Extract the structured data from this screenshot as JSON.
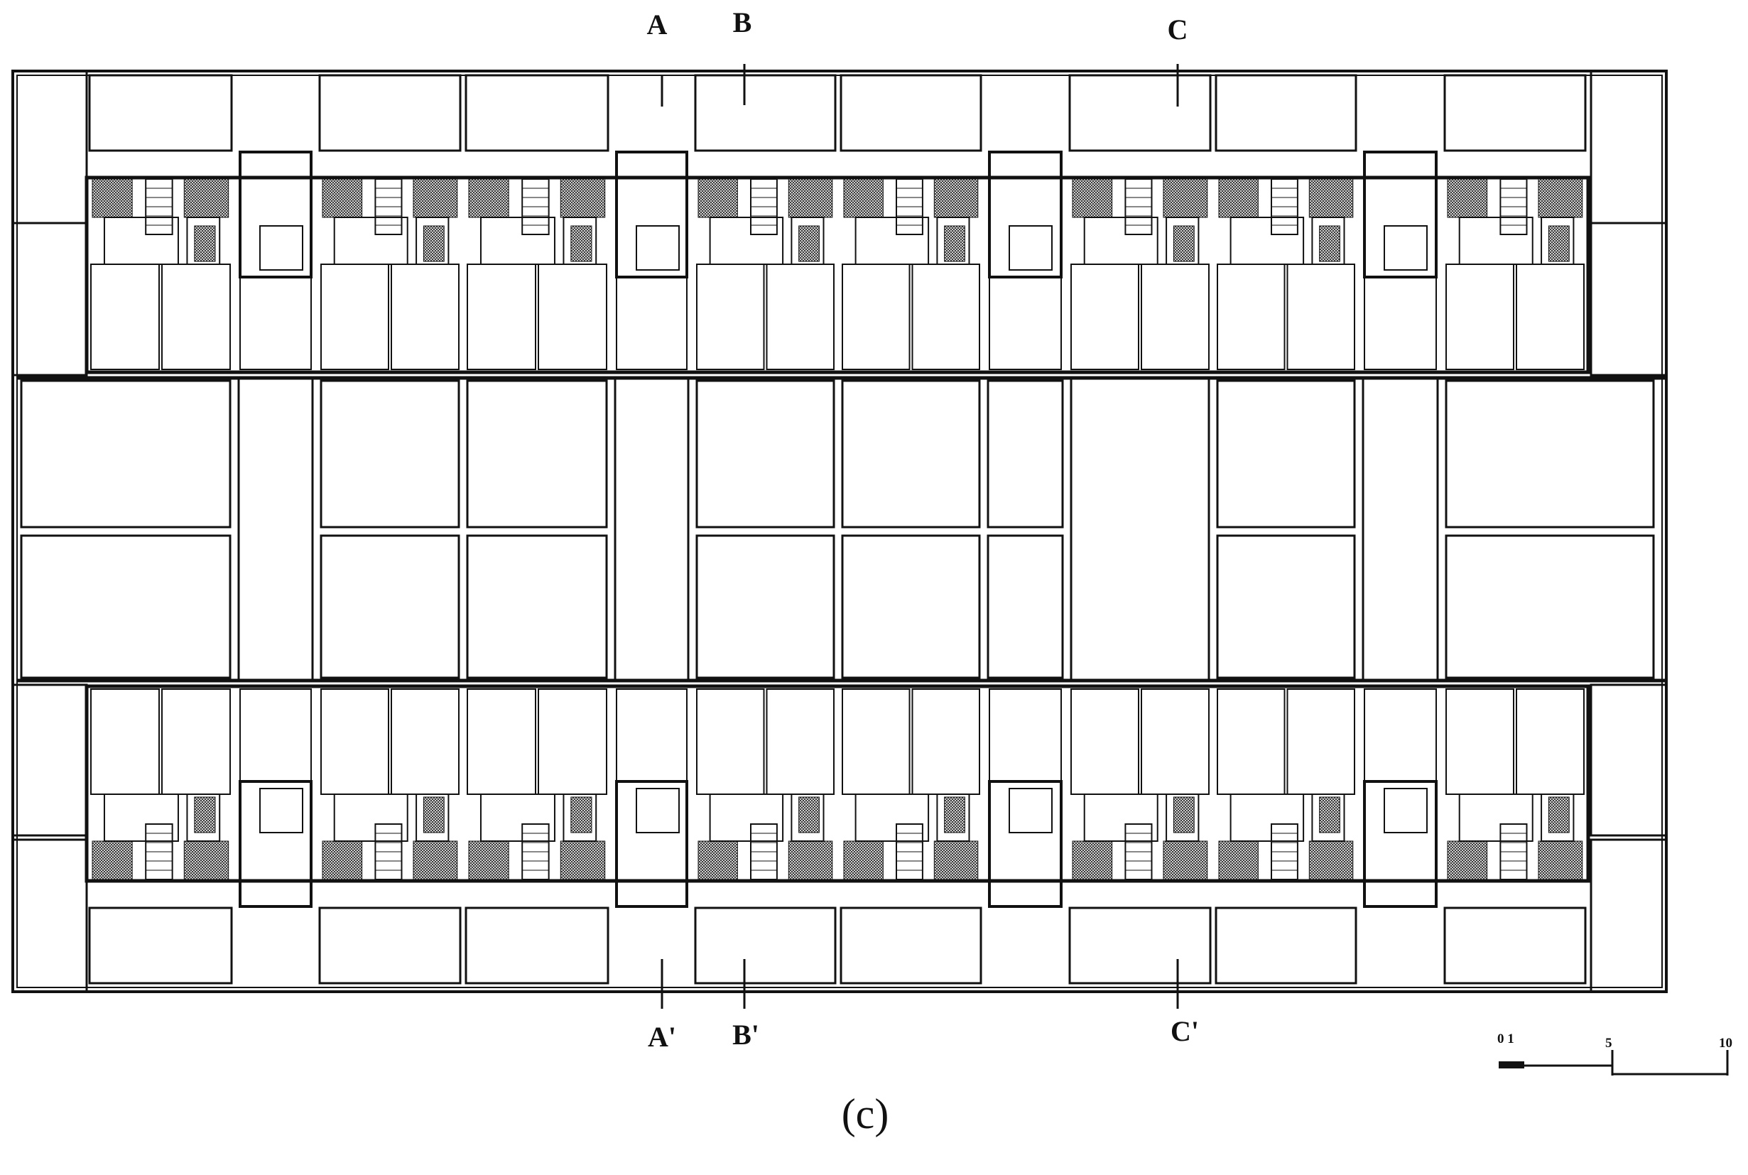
{
  "diagram": {
    "section_marks_top": [
      "A",
      "B",
      "C"
    ],
    "section_marks_bottom": [
      "A'",
      "B'",
      "C'"
    ],
    "scale_bar": {
      "ticks": [
        "0 1",
        "5",
        "10"
      ]
    },
    "caption": "(c)"
  }
}
